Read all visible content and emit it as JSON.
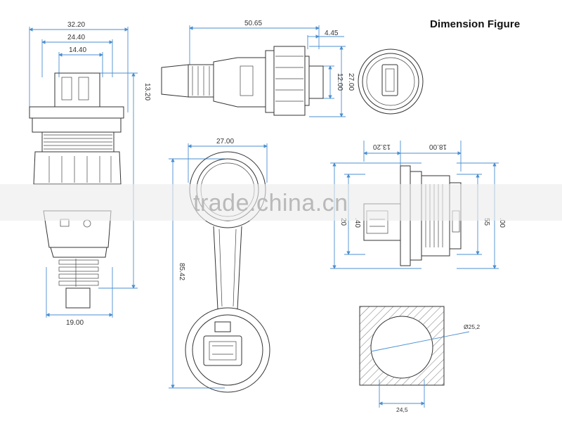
{
  "title": "Dimension Figure",
  "watermark": "trade.china.cn",
  "colors": {
    "dimension_line": "#4b8fd0",
    "outline": "#333333",
    "watermark": "#b9b9b9"
  },
  "dimensions": {
    "front_width_outer": "32.20",
    "front_width_mid": "24.40",
    "front_width_inner": "14.40",
    "front_height_top": "13.20",
    "front_bottom_width": "19.00",
    "side_length": "50.65",
    "side_step": "4.45",
    "side_height_a": "27.00",
    "side_height_b": "12.00",
    "cap_width": "27.00",
    "cap_length": "85.42",
    "section_a": "13.20",
    "section_b": "18.00",
    "section_left": "20",
    "section_inner": ".40",
    "section_right_a": "55",
    "section_right_b": ".00",
    "cutout_diameter": "Ø25,2",
    "cutout_width": "24,5"
  }
}
